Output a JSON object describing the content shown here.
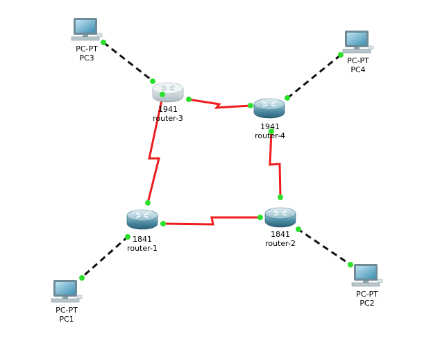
{
  "colors": {
    "serial_link": "#ee1c1c",
    "ethernet_link": "#111111",
    "port_up": "#2be02b",
    "router_dark": "#2f6f86",
    "router_light": "#c9dde3",
    "pc_screen": "#5aa7c8"
  },
  "devices": {
    "pc3": {
      "model": "PC-PT",
      "name": "PC3",
      "icon": "pc-icon"
    },
    "pc4": {
      "model": "PC-PT",
      "name": "PC4",
      "icon": "pc-icon"
    },
    "pc1": {
      "model": "PC-PT",
      "name": "PC1",
      "icon": "pc-icon"
    },
    "pc2": {
      "model": "PC-PT",
      "name": "PC2",
      "icon": "pc-icon"
    },
    "router3": {
      "model": "1941",
      "name": "router-3",
      "icon": "router-icon"
    },
    "router4": {
      "model": "1941",
      "name": "router-4",
      "icon": "router-icon"
    },
    "router1": {
      "model": "1841",
      "name": "router-1",
      "icon": "router-icon"
    },
    "router2": {
      "model": "1841",
      "name": "router-2",
      "icon": "router-icon"
    }
  },
  "links": [
    {
      "from": "pc3",
      "to": "router3",
      "type": "ethernet"
    },
    {
      "from": "pc4",
      "to": "router4",
      "type": "ethernet"
    },
    {
      "from": "pc1",
      "to": "router1",
      "type": "ethernet"
    },
    {
      "from": "pc2",
      "to": "router2",
      "type": "ethernet"
    },
    {
      "from": "router3",
      "to": "router4",
      "type": "serial"
    },
    {
      "from": "router4",
      "to": "router2",
      "type": "serial"
    },
    {
      "from": "router2",
      "to": "router1",
      "type": "serial"
    },
    {
      "from": "router1",
      "to": "router3",
      "type": "serial"
    }
  ]
}
